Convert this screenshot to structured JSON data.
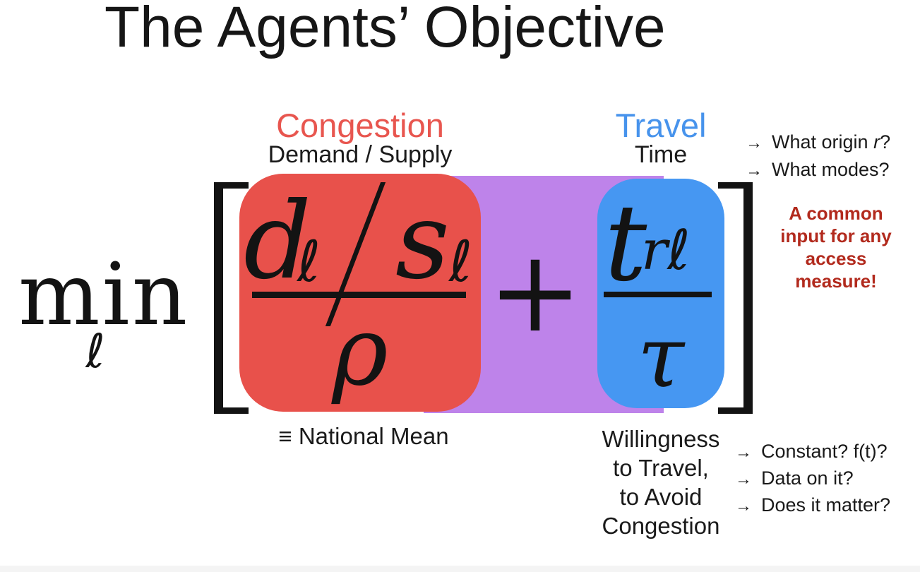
{
  "title": "The Agents’ Objective",
  "columns": {
    "congestion": {
      "label": "Congestion",
      "sublabel": "Demand / Supply"
    },
    "travel": {
      "label": "Travel",
      "sublabel": "Time"
    }
  },
  "formula": {
    "min": "min",
    "min_sub": "ℓ",
    "left_bracket": "[",
    "right_bracket": "]",
    "d": "d",
    "d_sub": "ℓ",
    "slash": "/",
    "s": "s",
    "s_sub": "ℓ",
    "rho": "ρ",
    "plus": "+",
    "t": "t",
    "t_sub": "rℓ",
    "tau": "τ"
  },
  "footnotes": {
    "national_mean": "≡ National Mean",
    "willingness_lines": [
      "Willingness",
      "to Travel,",
      "to Avoid",
      "Congestion"
    ]
  },
  "annotations": {
    "arrow": "→",
    "top_right": {
      "line1_pre": "What origin ",
      "line1_italic": "r",
      "line1_post": "?",
      "line2": "What modes?"
    },
    "callout_lines": [
      "A common",
      "input for any",
      "access",
      "measure!"
    ],
    "bottom_right": [
      "Constant? f(t)?",
      "Data on it?",
      "Does it matter?"
    ]
  },
  "colors": {
    "congestion_box": "#e8514b",
    "travel_box": "#4697f2",
    "plus_band": "#be83ea",
    "congestion_label": "#e8564f",
    "travel_label": "#4793ec",
    "callout_text": "#b22a1d"
  }
}
